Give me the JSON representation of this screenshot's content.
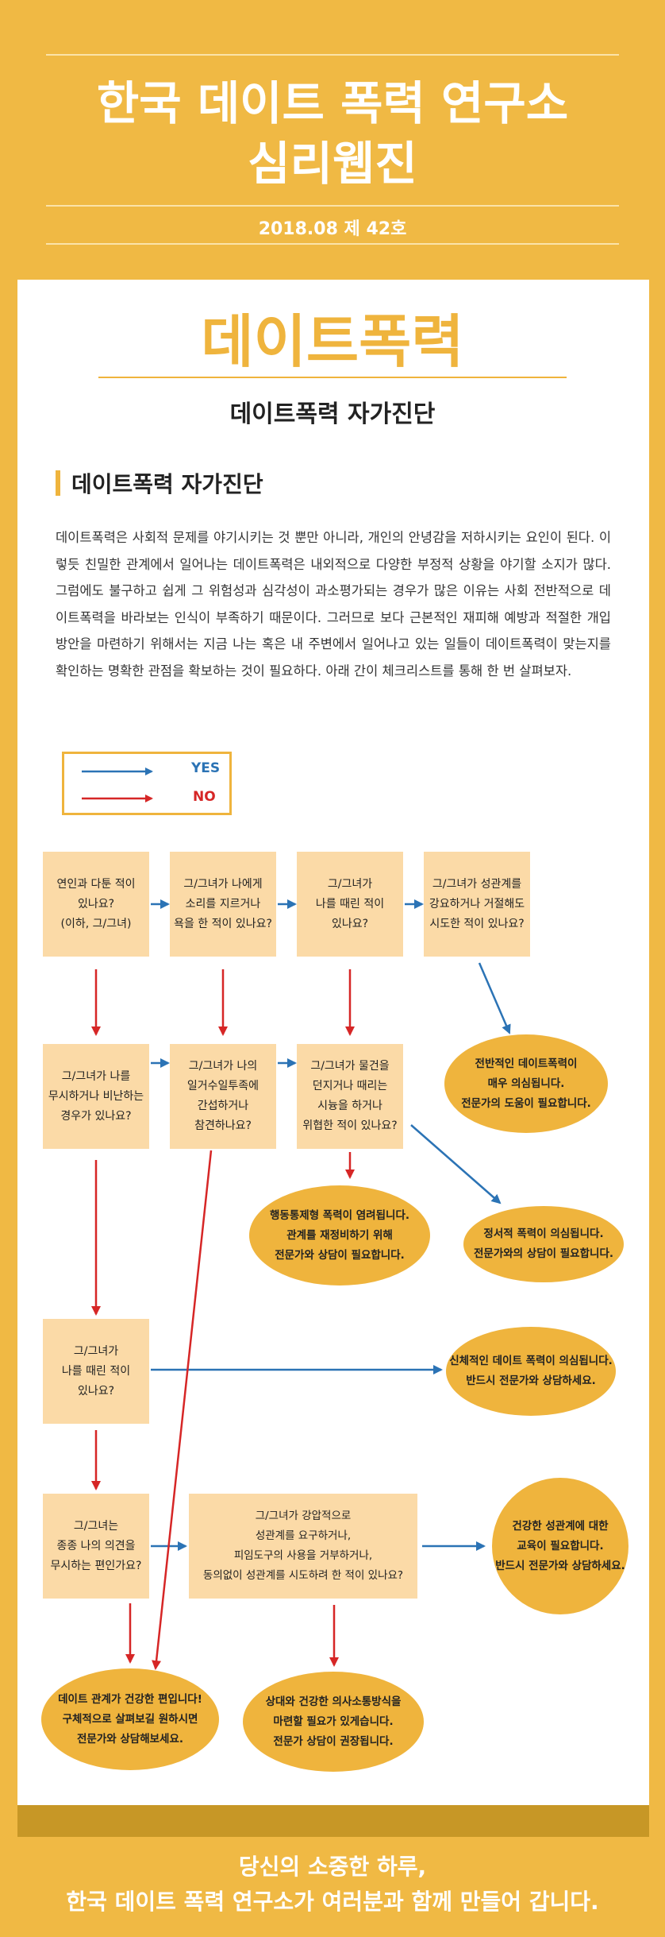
{
  "header": {
    "title_line1": "한국 데이트 폭력 연구소",
    "title_line2": "심리웹진",
    "issue": "2018.08 제 42호"
  },
  "article": {
    "big_title": "데이트폭력",
    "subtitle": "데이트폭력 자가진단",
    "section_title": "데이트폭력 자가진단",
    "body": "데이트폭력은 사회적 문제를 야기시키는 것 뿐만 아니라, 개인의 안녕감을 저하시키는 요인이 된다. 이렇듯 친밀한 관계에서 일어나는 데이트폭력은 내외적으로 다양한 부정적 상황을 야기할 소지가 많다. 그럼에도 불구하고 쉽게 그 위험성과 심각성이 과소평가되는 경우가 많은 이유는 사회 전반적으로 데이트폭력을 바라보는 인식이 부족하기 때문이다. 그러므로 보다 근본적인 재피해 예방과 적절한 개입방안을 마련하기 위해서는 지금 나는 혹은 내 주변에서 일어나고 있는 일들이 데이트폭력이 맞는지를 확인하는 명확한 관점을 확보하는 것이 필요하다. 아래 간이 체크리스트를 통해 한 번 살펴보자."
  },
  "legend": {
    "yes": "YES",
    "no": "NO",
    "yes_color": "#2b73b5",
    "no_color": "#d62626"
  },
  "flow": {
    "q1": "연인과 다툰 적이\n있나요?\n(이하, 그/그녀)",
    "q2": "그/그녀가 나에게\n소리를 지르거나\n욕을 한 적이 있나요?",
    "q3": "그/그녀가\n나를 때린 적이\n있나요?",
    "q4": "그/그녀가 성관계를\n강요하거나 거절해도\n시도한 적이 있나요?",
    "q5": "그/그녀가 나를\n무시하거나 비난하는\n경우가 있나요?",
    "q6": "그/그녀가 나의\n일거수일투족에\n간섭하거나\n참견하나요?",
    "q7": "그/그녀가 물건을\n던지거나 때리는\n시늉을 하거나\n위협한 적이 있나요?",
    "q8": "그/그녀가\n나를 때린 적이\n있나요?",
    "q9": "그/그녀는\n종종 나의 의견을\n무시하는 편인가요?",
    "q10": "그/그녀가 강압적으로\n성관계를 요구하거나,\n피임도구의 사용을 거부하거나,\n동의없이 성관계를 시도하려 한 적이 있나요?",
    "r1": "전반적인 데이트폭력이\n매우 의심됩니다.\n전문가의 도움이 필요합니다.",
    "r2": "행동통제형 폭력이 염려됩니다.\n관계를 재정비하기 위해\n전문가와 상담이 필요합니다.",
    "r3": "정서적 폭력이 의심됩니다.\n전문가와의 상담이 필요합니다.",
    "r4": "신체적인 데이트 폭력이 의심됩니다.\n반드시 전문가와 상담하세요.",
    "r5": "건강한 성관계에 대한\n교육이 필요합니다.\n반드시 전문가와 상담하세요.",
    "r6": "데이트 관계가 건강한 편입니다!\n구체적으로 살펴보길 원하시면\n전문가와 상담해보세요.",
    "r7": "상대와 건강한 의사소통방식을\n마련할 필요가 있게습니다.\n전문가 상담이 권장됩니다."
  },
  "footer": {
    "line1": "당신의 소중한 하루,",
    "line2": "한국 데이트 폭력 연구소가 여러분과 함께 만들어 갑니다."
  },
  "colors": {
    "background": "#f0b944",
    "question_box": "#fbdaa7",
    "result_oval": "#efb43d",
    "panel_bottom": "#c79726"
  }
}
